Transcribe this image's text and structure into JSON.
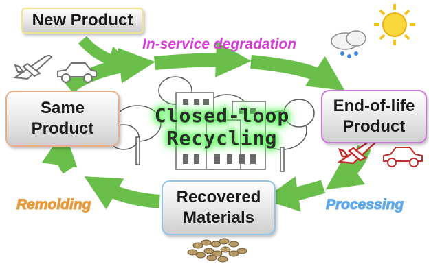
{
  "boxes": {
    "new_product": "New Product",
    "same_product_line1": "Same",
    "same_product_line2": "Product",
    "end_of_life_line1": "End-of-life",
    "end_of_life_line2": "Product",
    "recovered_line1": "Recovered",
    "recovered_line2": "Materials"
  },
  "processes": {
    "degradation": "In-service degradation",
    "remolding": "Remolding",
    "processing": "Processing"
  },
  "center": {
    "line1": "Closed-loop",
    "line2": "Recycling"
  },
  "colors": {
    "arrow": "#6abf4b",
    "degradation": "#d63cd6",
    "remolding": "#e69a3c",
    "processing": "#5ea8e8",
    "glow": "#6cff6c"
  },
  "icons": [
    "airplane-icon",
    "car-icon",
    "cloud-rain-icon",
    "sun-icon",
    "trees-icon",
    "buildings-icon",
    "pellets-icon"
  ]
}
